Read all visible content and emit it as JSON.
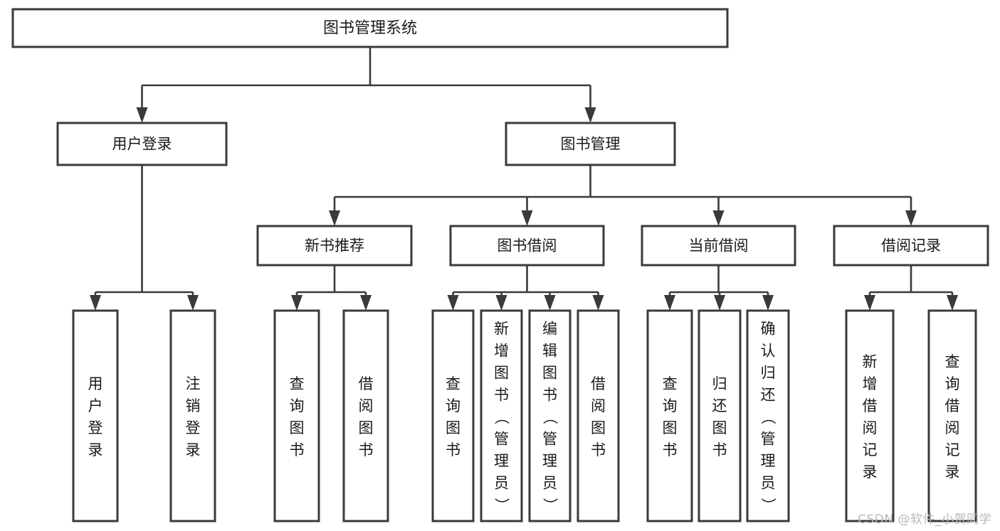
{
  "diagram": {
    "type": "tree",
    "title": "图书管理系统",
    "orientation": "top-down",
    "colors": {
      "box_fill": "#ffffff",
      "box_stroke": "#3a3a3a",
      "connector": "#3a3a3a",
      "text": "#1a1a1a",
      "background": "#ffffff",
      "watermark": "#b9b9b9"
    },
    "root": {
      "label": "图书管理系统",
      "level": 0,
      "orientation": "horizontal"
    },
    "level1": [
      {
        "label": "用户登录",
        "orientation": "horizontal"
      },
      {
        "label": "图书管理",
        "orientation": "horizontal"
      }
    ],
    "level2": [
      {
        "label": "新书推荐",
        "parent": "图书管理",
        "orientation": "horizontal"
      },
      {
        "label": "图书借阅",
        "parent": "图书管理",
        "orientation": "horizontal"
      },
      {
        "label": "当前借阅",
        "parent": "图书管理",
        "orientation": "horizontal"
      },
      {
        "label": "借阅记录",
        "parent": "图书管理",
        "orientation": "horizontal"
      }
    ],
    "leaves": {
      "用户登录": [
        {
          "label": "用户登录",
          "orientation": "vertical"
        },
        {
          "label": "注销登录",
          "orientation": "vertical"
        }
      ],
      "新书推荐": [
        {
          "label": "查询图书",
          "orientation": "vertical"
        },
        {
          "label": "借阅图书",
          "orientation": "vertical"
        }
      ],
      "图书借阅": [
        {
          "label": "查询图书",
          "orientation": "vertical"
        },
        {
          "label": "新增图书（管理员）",
          "orientation": "vertical"
        },
        {
          "label": "编辑图书（管理员）",
          "orientation": "vertical"
        },
        {
          "label": "借阅图书",
          "orientation": "vertical"
        }
      ],
      "当前借阅": [
        {
          "label": "查询图书",
          "orientation": "vertical"
        },
        {
          "label": "归还图书",
          "orientation": "vertical"
        },
        {
          "label": "确认归还（管理员）",
          "orientation": "vertical"
        }
      ],
      "借阅记录": [
        {
          "label": "新增借阅记录",
          "orientation": "vertical"
        },
        {
          "label": "查询借阅记录",
          "orientation": "vertical"
        }
      ]
    }
  },
  "watermark": {
    "text": "CSDN @软件_小贺同学"
  }
}
